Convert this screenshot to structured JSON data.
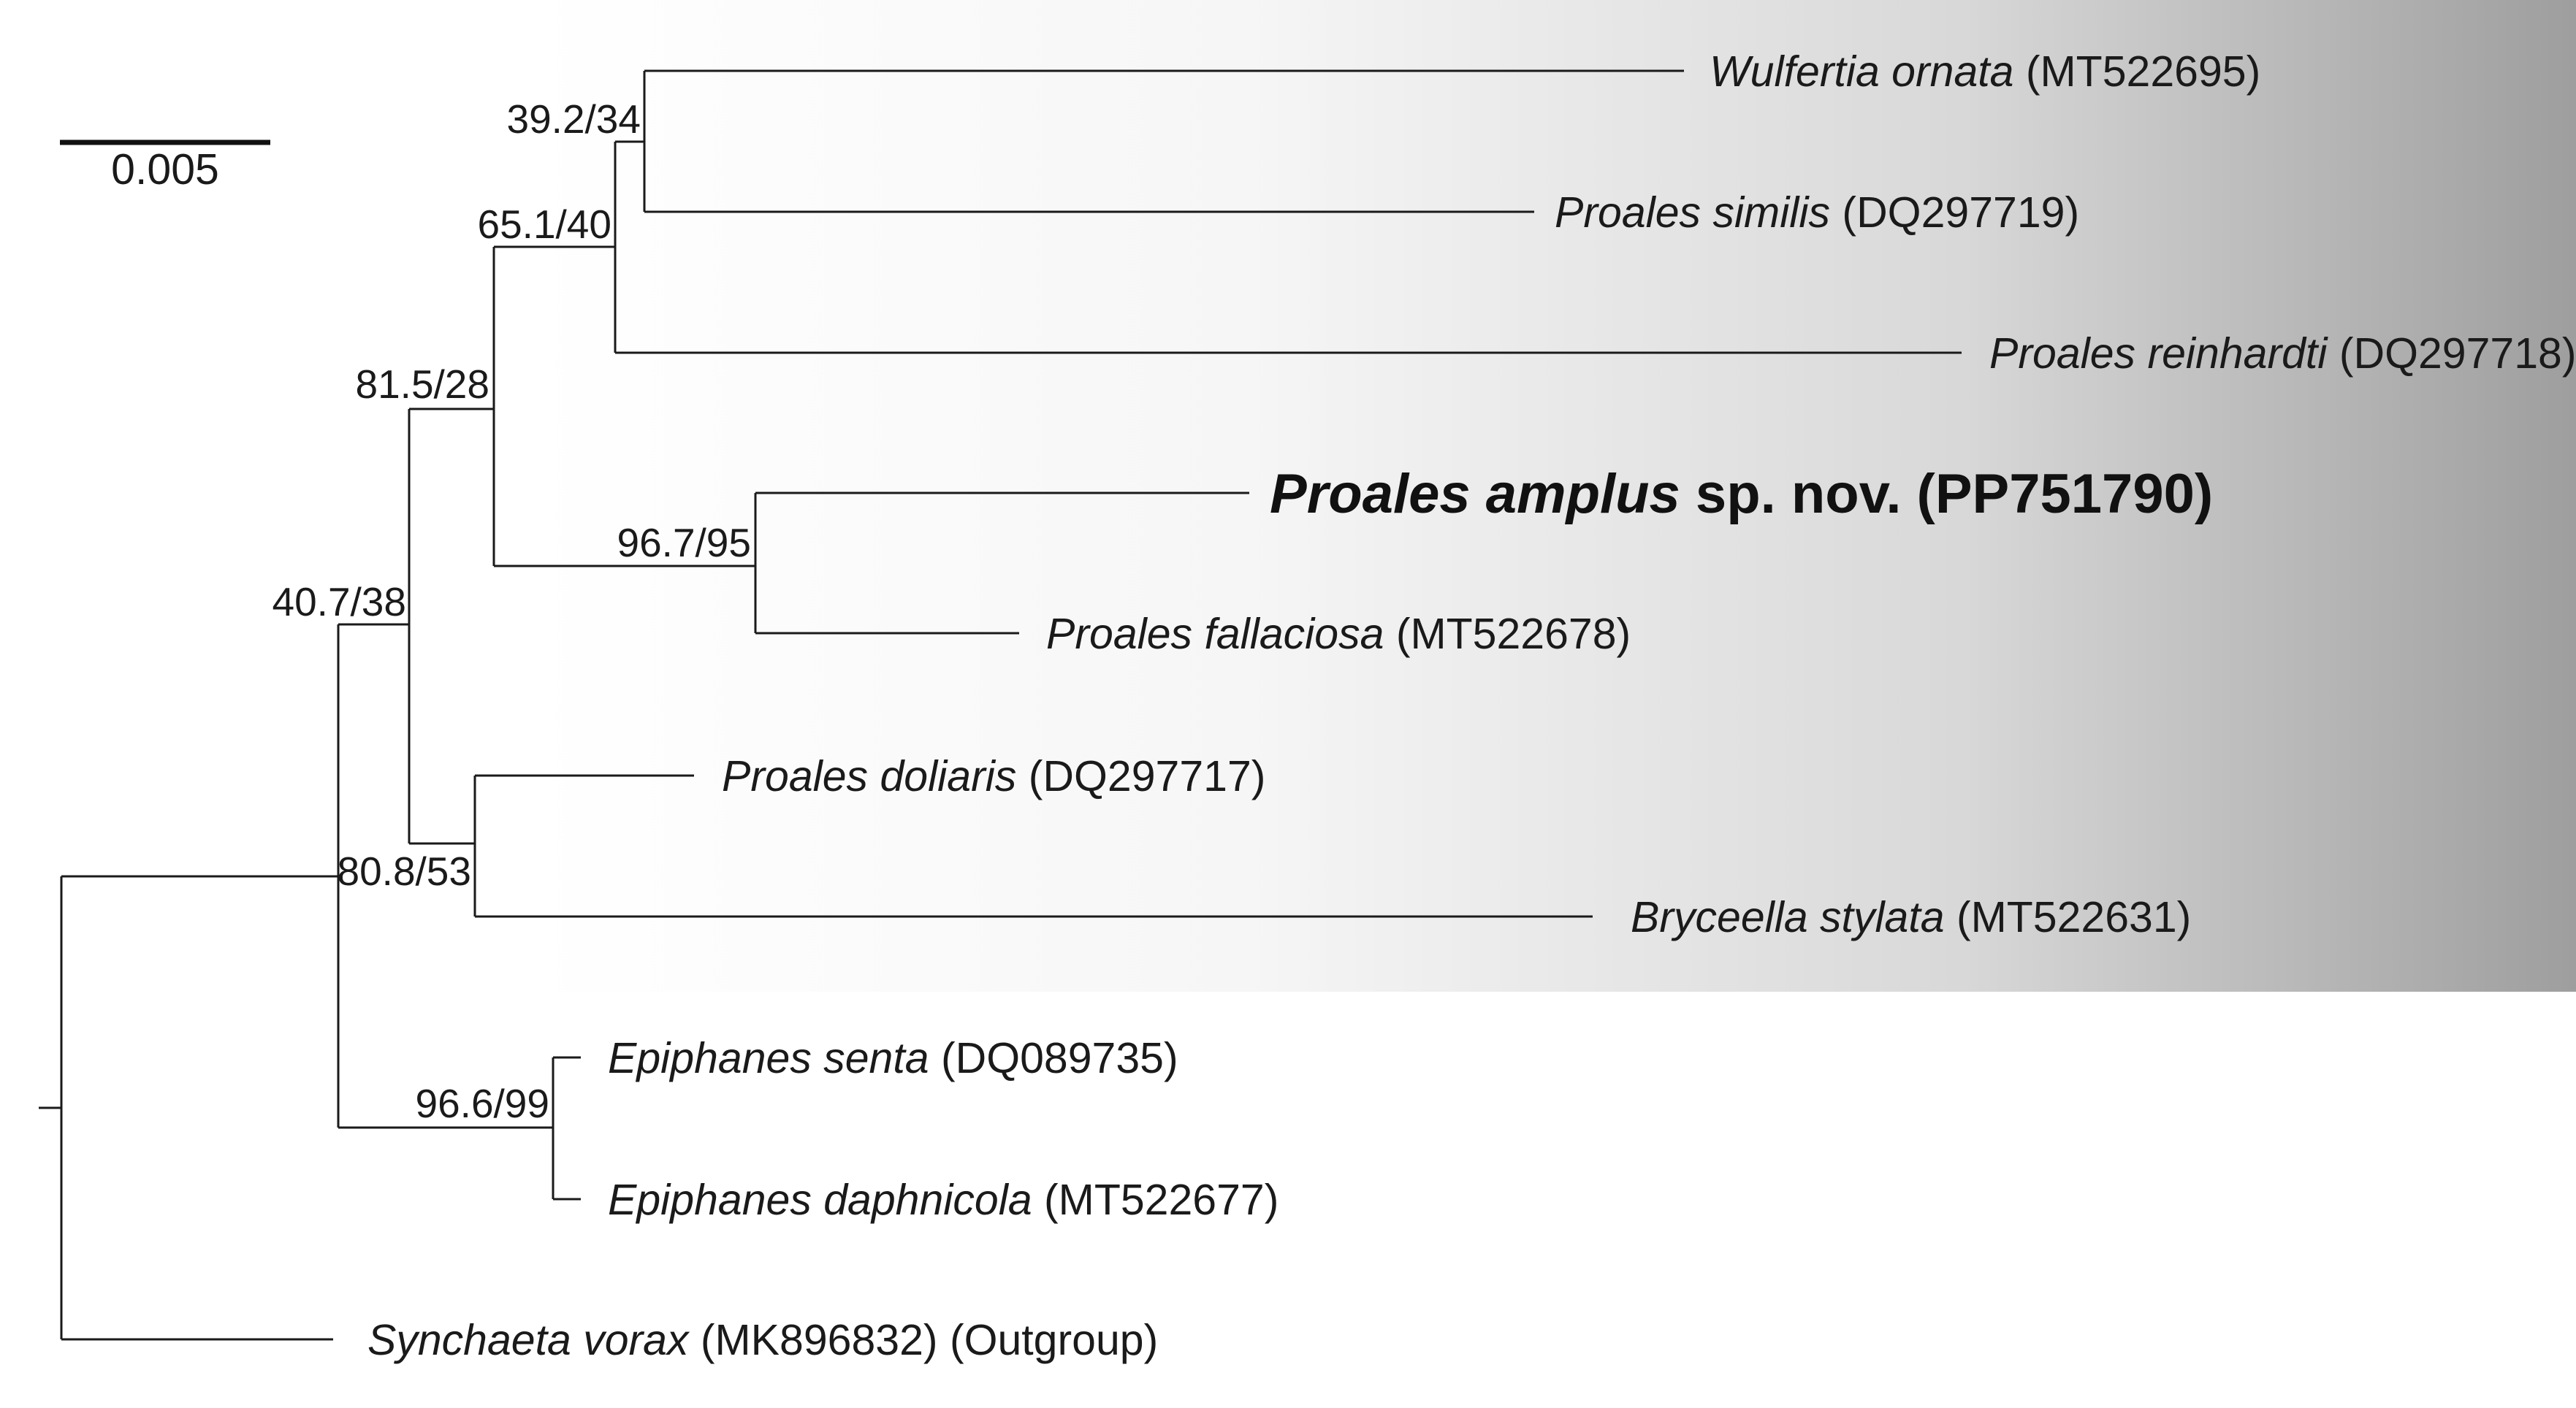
{
  "scale_bar": {
    "label": "0.005"
  },
  "colors": {
    "gradient_start": "#ffffff",
    "gradient_end": "#9e9e9e",
    "line": "#1a1a1a"
  },
  "taxa": {
    "wulfertia": {
      "name": "Wulfertia ornata",
      "accession": " (MT522695)"
    },
    "similis": {
      "name": "Proales similis",
      "accession": " (DQ297719)"
    },
    "reinhardti": {
      "name": "Proales reinhardti",
      "accession": " (DQ297718)"
    },
    "amplus": {
      "name": "Proales amplus",
      "suffix": " sp. nov. (PP751790)"
    },
    "fallaciosa": {
      "name": "Proales fallaciosa",
      "accession": " (MT522678)"
    },
    "doliaris": {
      "name": "Proales doliaris",
      "accession": " (DQ297717)"
    },
    "bryceella": {
      "name": "Bryceella stylata",
      "accession": " (MT522631)"
    },
    "senta": {
      "name": "Epiphanes senta",
      "accession": " (DQ089735)"
    },
    "daphnicola": {
      "name": "Epiphanes daphnicola",
      "accession": " (MT522677)"
    },
    "synchaeta": {
      "name": "Synchaeta vorax",
      "accession": " (MK896832) (Outgroup)"
    }
  },
  "support": {
    "n1": "39.2/34",
    "n2": "65.1/40",
    "n3": "81.5/28",
    "n4": "96.7/95",
    "n5": "40.7/38",
    "n6": "80.8/53",
    "n7": "96.6/99"
  }
}
